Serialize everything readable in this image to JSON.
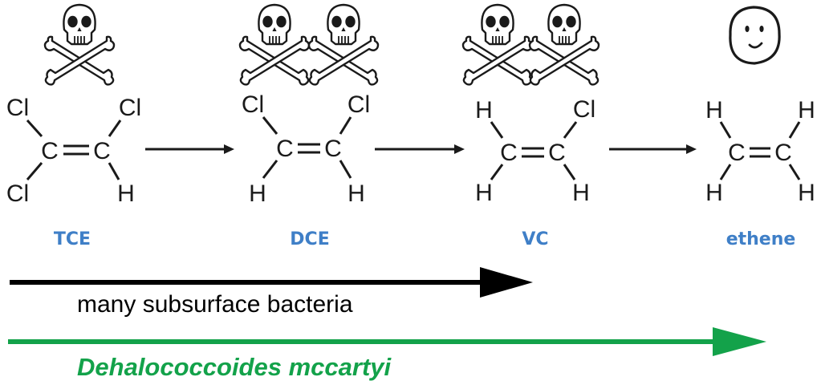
{
  "compounds": [
    {
      "name": "TCE",
      "atoms": {
        "top_left": "Cl",
        "top_right": "Cl",
        "bottom_left": "Cl",
        "bottom_right": "H",
        "c_left": "C",
        "c_right": "C"
      },
      "toxicity_icon": "skull-crossbones-icon",
      "toxicity_count": 1
    },
    {
      "name": "DCE",
      "atoms": {
        "top_left": "Cl",
        "top_right": "Cl",
        "bottom_left": "H",
        "bottom_right": "H",
        "c_left": "C",
        "c_right": "C"
      },
      "toxicity_icon": "skull-crossbones-icon",
      "toxicity_count": 2
    },
    {
      "name": "VC",
      "atoms": {
        "top_left": "H",
        "top_right": "Cl",
        "bottom_left": "H",
        "bottom_right": "H",
        "c_left": "C",
        "c_right": "C"
      },
      "toxicity_icon": "skull-crossbones-icon",
      "toxicity_count": 2
    },
    {
      "name": "ethene",
      "atoms": {
        "top_left": "H",
        "top_right": "H",
        "bottom_left": "H",
        "bottom_right": "H",
        "c_left": "C",
        "c_right": "C"
      },
      "toxicity_icon": "smiley-face-icon",
      "toxicity_count": 1
    }
  ],
  "pathways": [
    {
      "label": "many subsurface bacteria",
      "color": "#000000",
      "extent": "TCE to VC"
    },
    {
      "label": "Dehalococcoides mccartyi",
      "color": "#13a24a",
      "extent": "TCE to ethene"
    }
  ],
  "colors": {
    "compound_label": "#3f7fc7",
    "text": "#1a1a1a"
  }
}
